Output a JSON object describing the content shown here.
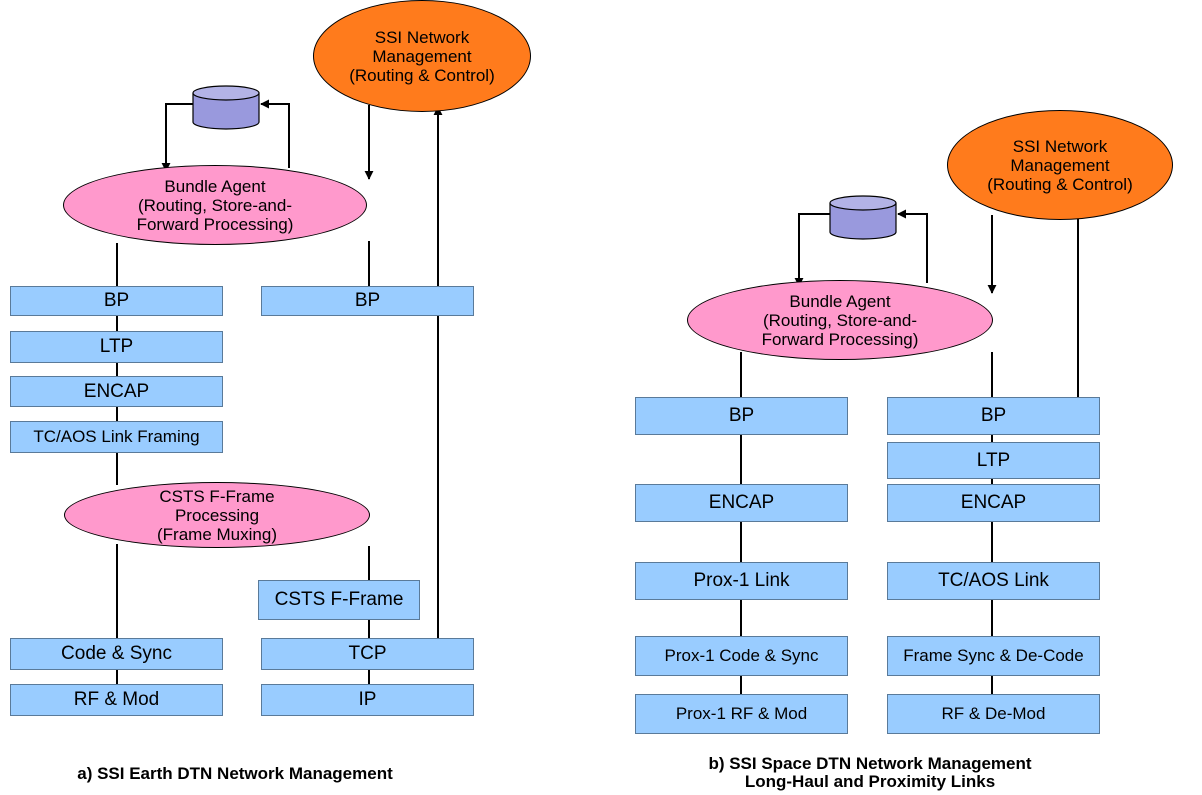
{
  "earth": {
    "mgmt": [
      "SSI Network",
      "Management",
      "(Routing & Control)"
    ],
    "agent": [
      "Bundle Agent",
      "(Routing, Store-and-",
      "Forward Processing)"
    ],
    "csts_oval": [
      "CSTS F-Frame",
      "Processing",
      "(Frame Muxing)"
    ],
    "left_stack": {
      "bp": "BP",
      "ltp": "LTP",
      "encap": "ENCAP",
      "framing": "TC/AOS Link Framing",
      "code_sync": "Code & Sync",
      "rf_mod": "RF & Mod"
    },
    "right_stack": {
      "bp": "BP",
      "csts_frame": "CSTS F-Frame",
      "tcp": "TCP",
      "ip": "IP"
    },
    "caption": "a) SSI Earth DTN Network Management"
  },
  "space": {
    "mgmt": [
      "SSI Network",
      "Management",
      "(Routing & Control)"
    ],
    "agent": [
      "Bundle Agent",
      "(Routing, Store-and-",
      "Forward Processing)"
    ],
    "left_stack": {
      "bp": "BP",
      "encap": "ENCAP",
      "prox_link": "Prox-1 Link",
      "prox_code_sync": "Prox-1 Code & Sync",
      "prox_rf_mod": "Prox-1 RF & Mod"
    },
    "right_stack": {
      "bp": "BP",
      "ltp": "LTP",
      "encap": "ENCAP",
      "tc_aos_link": "TC/AOS Link",
      "frame_sync": "Frame Sync & De-Code",
      "rf_demod": "RF & De-Mod"
    },
    "caption": [
      "b) SSI Space DTN Network Management",
      "Long-Haul and Proximity Links"
    ]
  },
  "colors": {
    "box_fill": "#99ccff",
    "agent_fill": "#ff99cc",
    "mgmt_fill": "#ff7b1c",
    "storage_fill": "#9999dd"
  },
  "icons": [
    "storage-cylinder-icon",
    "arrow-icon"
  ]
}
